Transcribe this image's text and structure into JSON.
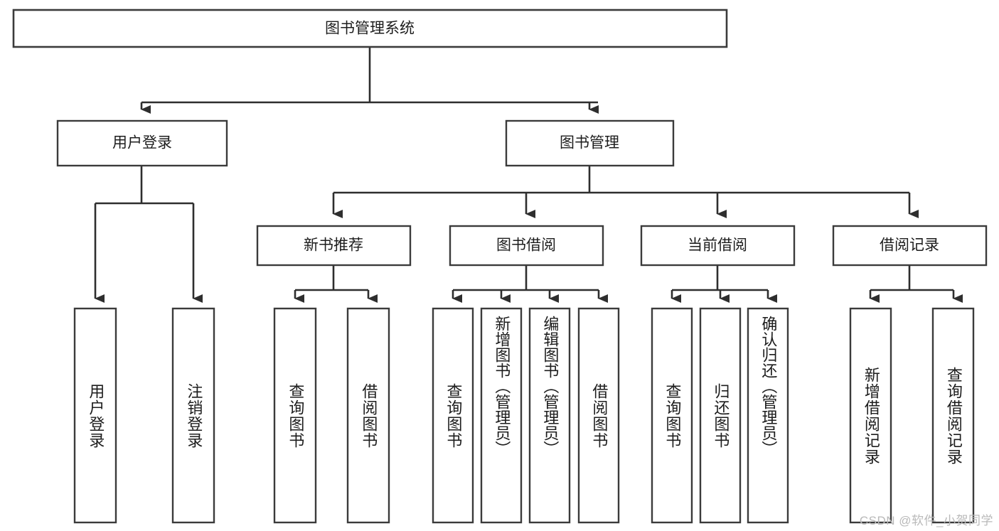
{
  "diagram": {
    "type": "tree",
    "title": "图书管理系统",
    "orientation": "top-down",
    "watermark": "CSDN @软件_小贺同学",
    "colors": {
      "background": "#ffffff",
      "box_fill": "#ffffff",
      "box_stroke": "#3b3b3b",
      "connector": "#2e2e2e",
      "text": "#1d1d1d",
      "watermark": "#b9b9b9"
    },
    "levels": [
      {
        "level": 0,
        "nodes": [
          {
            "id": "root",
            "label": "图书管理系统",
            "orientation": "horizontal"
          }
        ]
      },
      {
        "level": 1,
        "nodes": [
          {
            "id": "login",
            "label": "用户登录",
            "orientation": "horizontal",
            "parent": "root"
          },
          {
            "id": "bookmgmt",
            "label": "图书管理",
            "orientation": "horizontal",
            "parent": "root"
          }
        ]
      },
      {
        "level": 2,
        "nodes": [
          {
            "id": "newbook",
            "label": "新书推荐",
            "orientation": "horizontal",
            "parent": "bookmgmt"
          },
          {
            "id": "borrow",
            "label": "图书借阅",
            "orientation": "horizontal",
            "parent": "bookmgmt"
          },
          {
            "id": "current",
            "label": "当前借阅",
            "orientation": "horizontal",
            "parent": "bookmgmt"
          },
          {
            "id": "records",
            "label": "借阅记录",
            "orientation": "horizontal",
            "parent": "bookmgmt"
          }
        ]
      },
      {
        "level": 3,
        "nodes": [
          {
            "id": "leaf-1",
            "label": "用户登录",
            "orientation": "vertical",
            "parent": "login"
          },
          {
            "id": "leaf-2",
            "label": "注销登录",
            "orientation": "vertical",
            "parent": "login"
          },
          {
            "id": "leaf-3",
            "label": "查询图书",
            "orientation": "vertical",
            "parent": "newbook"
          },
          {
            "id": "leaf-4",
            "label": "借阅图书",
            "orientation": "vertical",
            "parent": "newbook"
          },
          {
            "id": "leaf-5",
            "label": "查询图书",
            "orientation": "vertical",
            "parent": "borrow"
          },
          {
            "id": "leaf-6",
            "label": "新增图书（管理员）",
            "orientation": "vertical",
            "parent": "borrow"
          },
          {
            "id": "leaf-7",
            "label": "编辑图书（管理员）",
            "orientation": "vertical",
            "parent": "borrow"
          },
          {
            "id": "leaf-8",
            "label": "借阅图书",
            "orientation": "vertical",
            "parent": "borrow"
          },
          {
            "id": "leaf-9",
            "label": "查询图书",
            "orientation": "vertical",
            "parent": "current"
          },
          {
            "id": "leaf-10",
            "label": "归还图书",
            "orientation": "vertical",
            "parent": "current"
          },
          {
            "id": "leaf-11",
            "label": "确认归还（管理员）",
            "orientation": "vertical",
            "parent": "current"
          },
          {
            "id": "leaf-12",
            "label": "新增借阅记录",
            "orientation": "vertical",
            "parent": "records"
          },
          {
            "id": "leaf-13",
            "label": "查询借阅记录",
            "orientation": "vertical",
            "parent": "records"
          }
        ]
      }
    ]
  },
  "nodes": {
    "root": "图书管理系统",
    "login": "用户登录",
    "bookmgmt": "图书管理",
    "newbook": "新书推荐",
    "borrow": "图书借阅",
    "current": "当前借阅",
    "records": "借阅记录",
    "leaf_1": "用户登录",
    "leaf_2": "注销登录",
    "leaf_3": "查询图书",
    "leaf_4": "借阅图书",
    "leaf_5": "查询图书",
    "leaf_6": "新增图书（管理员）",
    "leaf_7": "编辑图书（管理员）",
    "leaf_8": "借阅图书",
    "leaf_9": "查询图书",
    "leaf_10": "归还图书",
    "leaf_11": "确认归还（管理员）",
    "leaf_12": "新增借阅记录",
    "leaf_13": "查询借阅记录"
  },
  "watermark": {
    "text": "CSDN @软件_小贺同学"
  }
}
